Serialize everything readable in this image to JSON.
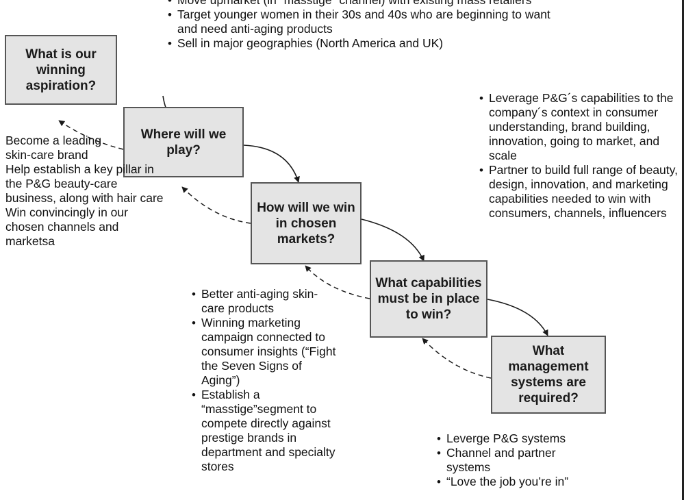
{
  "boxes": {
    "aspiration": "What is our winning aspiration?",
    "play": "Where will we play?",
    "win": "How will we win in chosen markets?",
    "capabilities": "What capabilities must be in place to win?",
    "management": "What management systems are required?"
  },
  "play_bullets": [
    "Move upmarket (in “masstige” channel) with existing mass retailers",
    "Target younger women in their 30s and 40s who are beginning to want and need anti-aging products",
    "Sell in major geographies (North America and UK)"
  ],
  "aspiration_bullets": [
    "Become a leading skin-care brand",
    "Help establish a key pillar in the P&G beauty-care business, along with hair care",
    "Win convincingly in our chosen channels and marketsa"
  ],
  "win_bullets": [
    "Better anti-aging skin-care products",
    "Winning marketing campaign connected to consumer insights (“Fight the Seven Signs of Aging”)",
    "Establish a “masstige”segment to compete directly against prestige brands in department and specialty stores"
  ],
  "capabilities_bullets": [
    "Leverage P&G´s capabilities to the company´s context in consumer understanding, brand building, innovation, going to market, and scale",
    "Partner to build full range of beauty, design, innovation, and marketing capabilities needed to win with consumers, channels, influencers"
  ],
  "management_bullets": [
    "Leverge P&G systems",
    "Channel and partner systems",
    "“Love the job you’re in”"
  ]
}
